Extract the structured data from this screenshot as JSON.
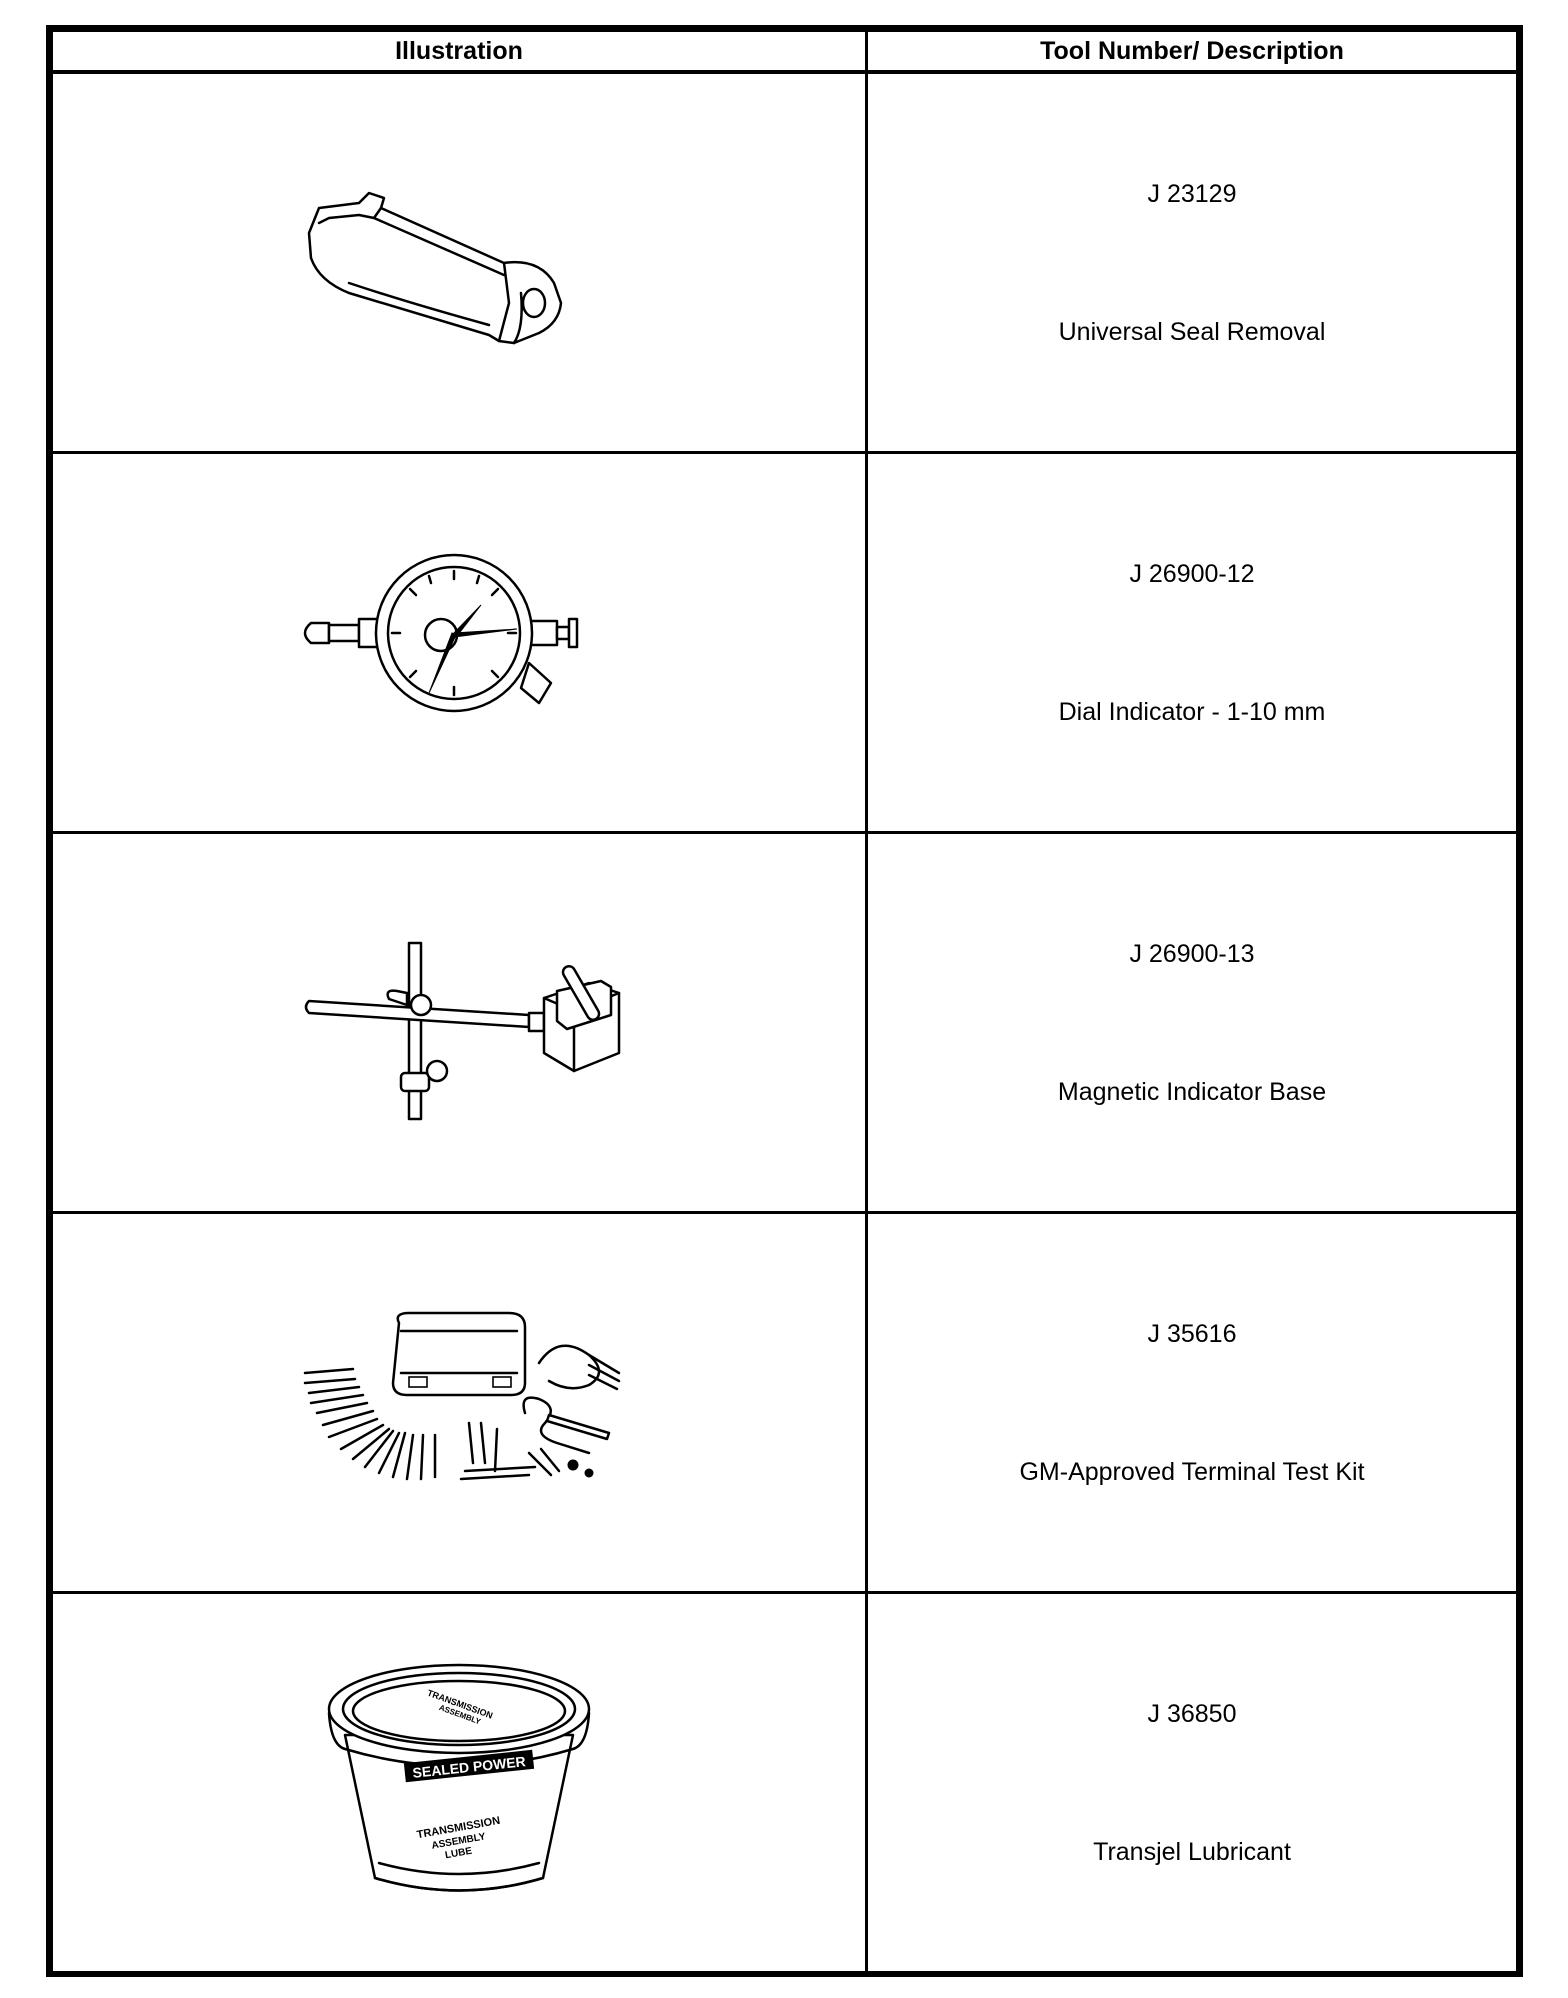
{
  "table": {
    "header": {
      "illustration": "Illustration",
      "tool": "Tool Number/ Description"
    },
    "rows": [
      {
        "tool_number": "J 23129",
        "description": "Universal Seal Removal",
        "icon": "seal-remover-tool-icon"
      },
      {
        "tool_number": "J 26900-12",
        "description": "Dial Indicator - 1-10 mm",
        "icon": "dial-indicator-icon"
      },
      {
        "tool_number": "J 26900-13",
        "description": "Magnetic Indicator Base",
        "icon": "magnetic-base-icon"
      },
      {
        "tool_number": "J 35616",
        "description": "GM-Approved Terminal Test Kit",
        "icon": "terminal-test-kit-icon"
      },
      {
        "tool_number": "J 36850",
        "description": "Transjel Lubricant",
        "icon": "lubricant-tub-icon"
      }
    ],
    "tub_label": {
      "brand": "SEALED POWER",
      "lid_lines": [
        "TRANSMISSION",
        "ASSEMBLY"
      ],
      "side_lines": [
        "TRANSMISSION",
        "ASSEMBLY",
        "LUBE"
      ]
    }
  }
}
